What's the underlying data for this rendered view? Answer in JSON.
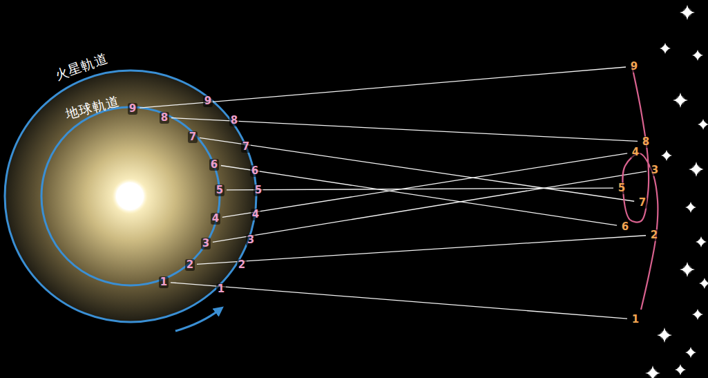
{
  "diagram": {
    "labels": [
      "火星軌道",
      "地球軌道",
      "1",
      "2",
      "3",
      "4",
      "5",
      "6",
      "7",
      "8",
      "9",
      "1",
      "2",
      "3",
      "4",
      "5",
      "6",
      "7",
      "8",
      "9",
      "1",
      "2",
      "3",
      "4",
      "5",
      "6",
      "7",
      "8",
      "9"
    ]
  }
}
